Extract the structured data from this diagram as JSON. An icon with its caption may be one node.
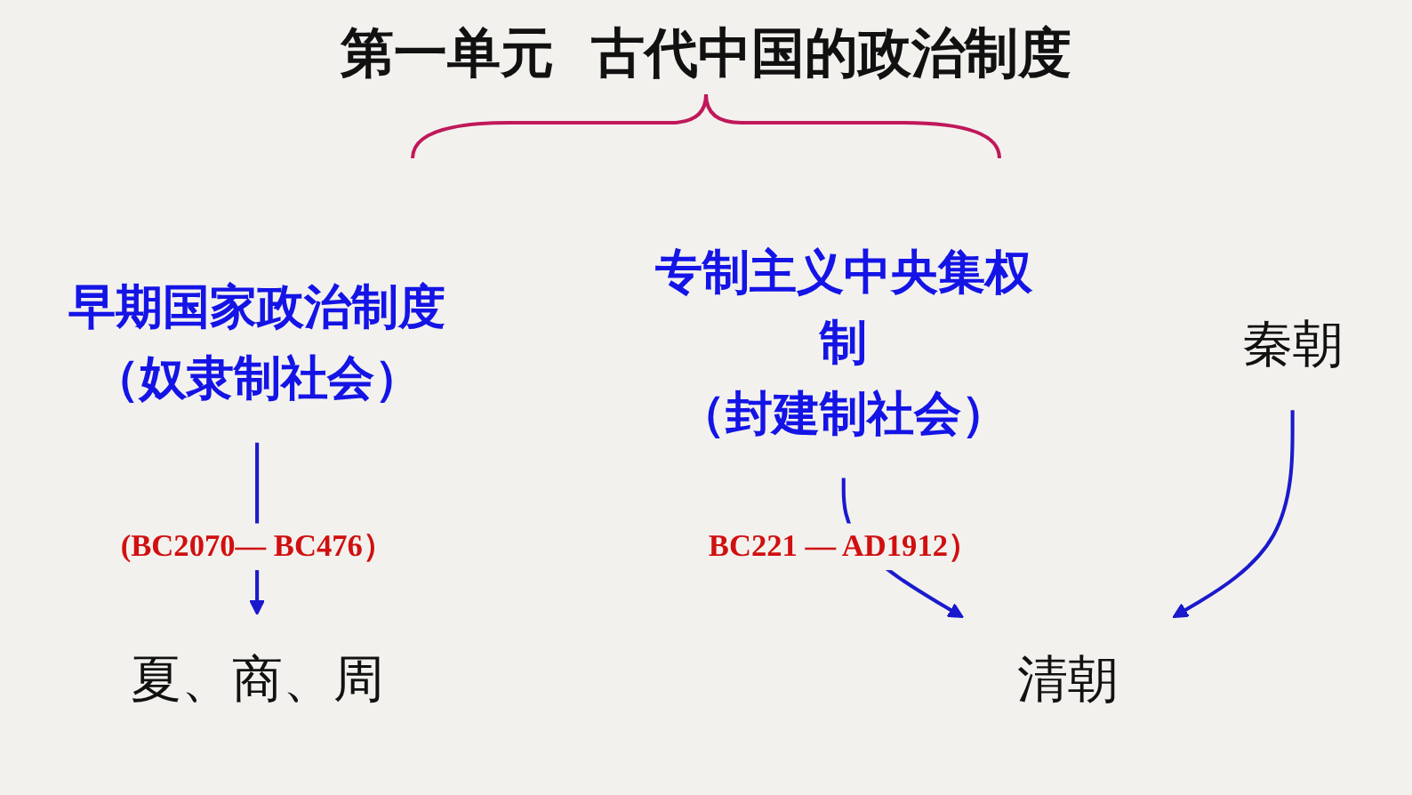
{
  "diagram": {
    "title": "第一单元  古代中国的政治制度",
    "nodes": [
      {
        "text": [
          "早期国家政治制度"
        ],
        "beside": [
          "（奴隶制社会）"
        ]
      },
      {
        "text": [
          "专制主义中央集权制"
        ],
        "beside": [
          "（封建制社会）"
        ]
      },
      {
        "text": [
          "夏、商、周"
        ]
      },
      {
        "text": [
          "秦朝"
        ]
      },
      {
        "text": [
          "清朝"
        ]
      }
    ],
    "edges": [
      {
        "from": 0,
        "to": 2,
        "arrow": "to",
        "label": "(BC2070— BC476）"
      },
      {
        "from": 1,
        "to": 4,
        "arrow": "to",
        "label": "BC221 — AD1912）"
      },
      {
        "from": 3,
        "to": 4,
        "arrow": "to"
      }
    ]
  }
}
